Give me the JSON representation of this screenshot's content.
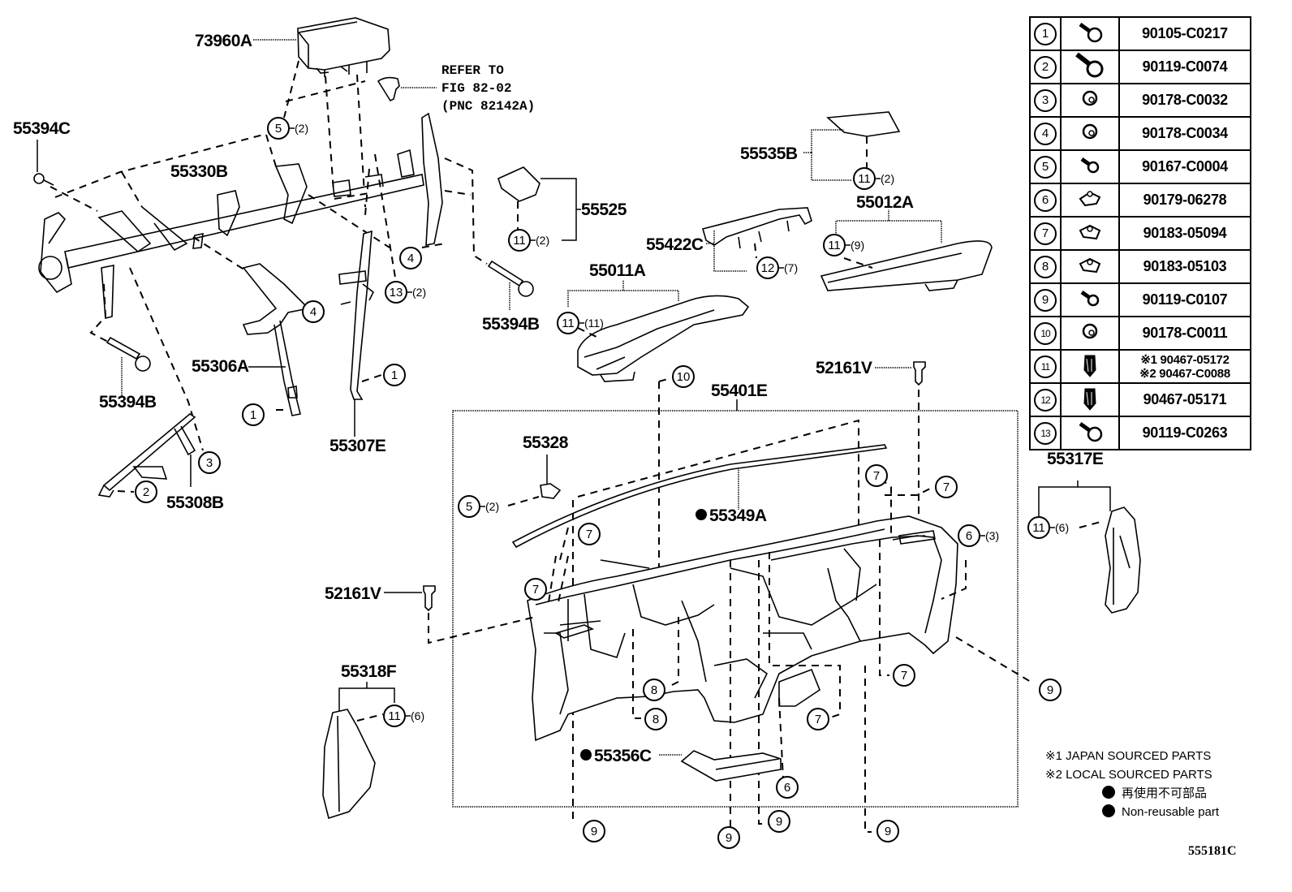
{
  "figure": {
    "code": "555181C",
    "type": "exploded parts diagram - instrument panel & reinforcement"
  },
  "part_labels": {
    "airbag_assy": "73960A",
    "refer_note": [
      "REFER TO",
      "FIG 82-02",
      "(PNC 82142A)"
    ],
    "bolt_left": "55394C",
    "reinforcement": "55330B",
    "brace_center_left": "55306A",
    "brace_center_right": "55307E",
    "bolt_lower_left": "55394B",
    "bracket_lower": "55308B",
    "bolt_right": "55394B",
    "cover_small": "55525",
    "cover_top_right": "55535B",
    "garnish_upper": "55422C",
    "register_left": "55011A",
    "register_right": "55012A",
    "clip_right_top": "52161V",
    "instrument_panel": "55401E",
    "bracket_clip": "55328",
    "defroster_nozzle": "55349A",
    "clip_left": "52161V",
    "side_cover_left": "55318F",
    "side_cover_right": "55317E",
    "duct_lower": "55356C"
  },
  "callouts": [
    {
      "num": "5",
      "qty": "(2)"
    },
    {
      "num": "4",
      "qty": ""
    },
    {
      "num": "13",
      "qty": "(2)"
    },
    {
      "num": "4",
      "qty": ""
    },
    {
      "num": "1",
      "qty": ""
    },
    {
      "num": "1",
      "qty": ""
    },
    {
      "num": "3",
      "qty": ""
    },
    {
      "num": "2",
      "qty": ""
    },
    {
      "num": "11",
      "qty": "(2)"
    },
    {
      "num": "11",
      "qty": "(2)"
    },
    {
      "num": "12",
      "qty": "(7)"
    },
    {
      "num": "11",
      "qty": "(9)"
    },
    {
      "num": "11",
      "qty": "(11)"
    },
    {
      "num": "10",
      "qty": ""
    },
    {
      "num": "5",
      "qty": "(2)"
    },
    {
      "num": "7",
      "qty": ""
    },
    {
      "num": "7",
      "qty": ""
    },
    {
      "num": "7",
      "qty": ""
    },
    {
      "num": "7",
      "qty": ""
    },
    {
      "num": "6",
      "qty": "(3)"
    },
    {
      "num": "11",
      "qty": "(6)"
    },
    {
      "num": "8",
      "qty": ""
    },
    {
      "num": "8",
      "qty": ""
    },
    {
      "num": "7",
      "qty": ""
    },
    {
      "num": "7",
      "qty": ""
    },
    {
      "num": "9",
      "qty": ""
    },
    {
      "num": "11",
      "qty": "(6)"
    },
    {
      "num": "6",
      "qty": ""
    },
    {
      "num": "9",
      "qty": ""
    },
    {
      "num": "9",
      "qty": ""
    },
    {
      "num": "9",
      "qty": ""
    },
    {
      "num": "9",
      "qty": ""
    }
  ],
  "fastener_table": [
    {
      "num": "1",
      "icon": "bolt-washer-icon",
      "part": "90105-C0217"
    },
    {
      "num": "2",
      "icon": "long-bolt-washer-icon",
      "part": "90119-C0074"
    },
    {
      "num": "3",
      "icon": "nut-icon",
      "part": "90178-C0032"
    },
    {
      "num": "4",
      "icon": "nut-icon",
      "part": "90178-C0034"
    },
    {
      "num": "5",
      "icon": "short-bolt-icon",
      "part": "90167-C0004"
    },
    {
      "num": "6",
      "icon": "u-nut-icon",
      "part": "90179-06278"
    },
    {
      "num": "7",
      "icon": "clip-nut-icon",
      "part": "90183-05094"
    },
    {
      "num": "8",
      "icon": "clip-nut-icon",
      "part": "90183-05103"
    },
    {
      "num": "9",
      "icon": "short-bolt-icon",
      "part": "90119-C0107"
    },
    {
      "num": "10",
      "icon": "nut-icon",
      "part": "90178-C0011"
    },
    {
      "num": "11",
      "icon": "push-clip-icon",
      "part_lines": [
        "※1 90467-05172",
        "※2 90467-C0088"
      ]
    },
    {
      "num": "12",
      "icon": "push-clip-icon",
      "part": "90467-05171"
    },
    {
      "num": "13",
      "icon": "bolt-washer-icon",
      "part": "90119-C0263"
    }
  ],
  "legend": {
    "note1": "※1 JAPAN SOURCED PARTS",
    "note2": "※2 LOCAL SOURCED PARTS",
    "nonreusable_jp": "再使用不可部品",
    "nonreusable_en": "Non-reusable part"
  }
}
